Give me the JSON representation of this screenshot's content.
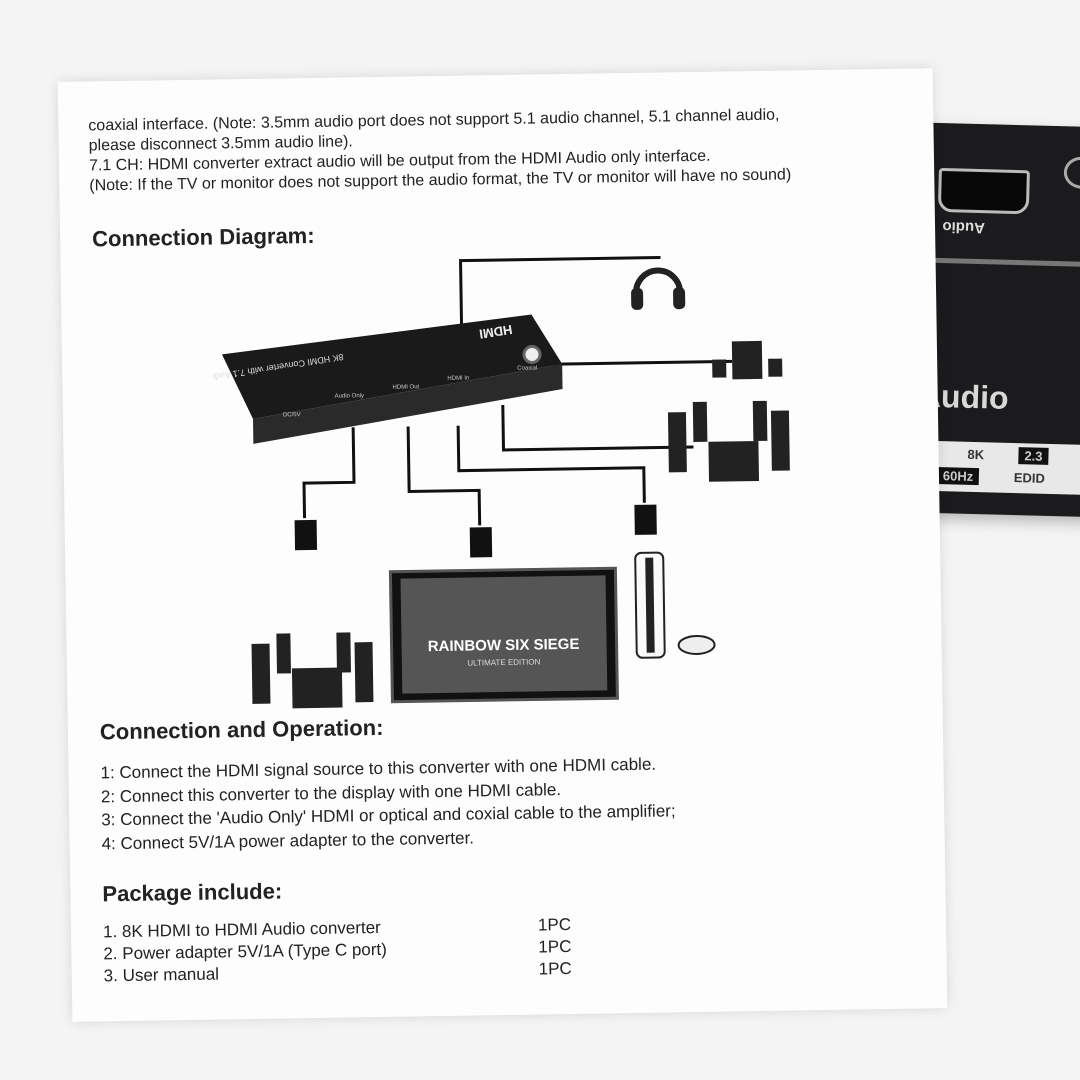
{
  "manual": {
    "intro_lines": [
      "coaxial interface. (Note: 3.5mm audio port does not support 5.1 audio channel, 5.1 channel audio,",
      "please disconnect 3.5mm audio line).",
      "7.1 CH: HDMI converter extract audio will be output from the HDMI Audio only interface.",
      "(Note: If the TV or monitor does not support the audio format, the TV or monitor will have no sound)"
    ],
    "diagram_heading": "Connection Diagram:",
    "diagram": {
      "device_title": "8K HDMI Converter with 7.1 Audio",
      "device_logo": "HDMI",
      "ports": [
        "DC/5V",
        "Audio Only",
        "HDMI Out",
        "HDMI In",
        "Coaxial"
      ],
      "game_title": "RAINBOW SIX SIEGE",
      "game_subtitle": "ULTIMATE EDITION"
    },
    "operation_heading": "Connection and Operation:",
    "operation_steps": [
      "1: Connect the HDMI signal source to this converter with one HDMI cable.",
      "2: Connect this converter to the display with one HDMI cable.",
      "3: Connect the 'Audio Only' HDMI or optical and coxial cable to the amplifier;",
      "4: Connect 5V/1A power adapter to the converter."
    ],
    "package_heading": "Package include:",
    "package_items": [
      {
        "name": "1. 8K HDMI to HDMI Audio converter",
        "qty": "1PC"
      },
      {
        "name": "2. Power adapter 5V/1A (Type C port)",
        "qty": "1PC"
      },
      {
        "name": "3. User manual",
        "qty": "1PC"
      }
    ]
  },
  "product_box": {
    "port_label": "Audio",
    "brand_text": "Audio",
    "specs": [
      "8K",
      "2.3",
      "60Hz",
      "EDID"
    ]
  }
}
